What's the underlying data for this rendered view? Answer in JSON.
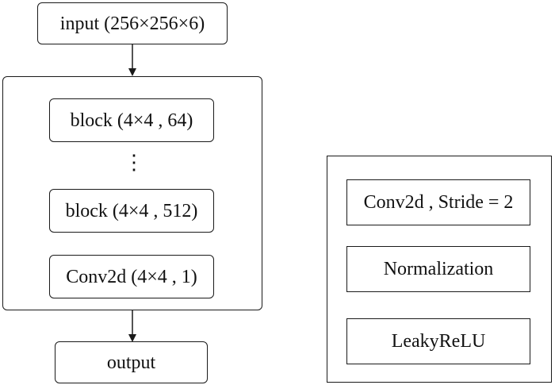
{
  "generator": {
    "input_label": "input (256×256×6)",
    "blocks": [
      "block (4×4 , 64)",
      "block (4×4 , 512)"
    ],
    "ellipsis": "⋮",
    "final_conv_label": "Conv2d (4×4 , 1)",
    "output_label": "output"
  },
  "legend_block": {
    "items": [
      "Conv2d , Stride = 2",
      "Normalization",
      "LeakyReLU"
    ]
  }
}
